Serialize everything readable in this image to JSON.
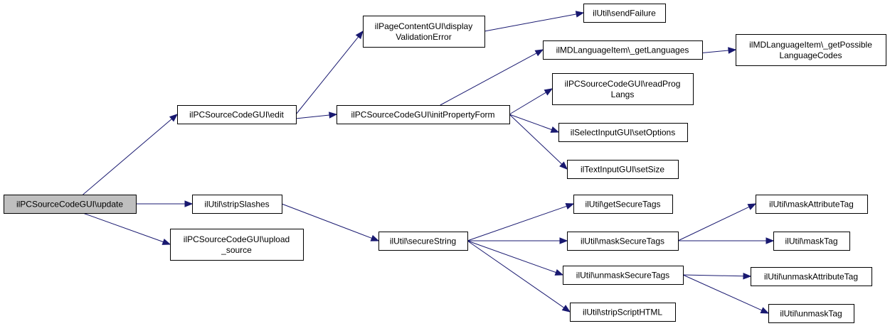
{
  "colors": {
    "edge": "#191970",
    "root_fill": "#bfbfbf",
    "node_fill": "#ffffff",
    "border": "#000000"
  },
  "nodes": [
    {
      "id": "update",
      "lines": [
        "ilPCSourceCodeGUI\\update"
      ],
      "root": true
    },
    {
      "id": "edit",
      "lines": [
        "ilPCSourceCodeGUI\\edit"
      ]
    },
    {
      "id": "strip",
      "lines": [
        "ilUtil\\stripSlashes"
      ]
    },
    {
      "id": "upload",
      "lines": [
        "ilPCSourceCodeGUI\\upload",
        "_source"
      ]
    },
    {
      "id": "display",
      "lines": [
        "ilPageContentGUI\\display",
        "ValidationError"
      ]
    },
    {
      "id": "initprop",
      "lines": [
        "ilPCSourceCodeGUI\\initPropertyForm"
      ]
    },
    {
      "id": "secure",
      "lines": [
        "ilUtil\\secureString"
      ]
    },
    {
      "id": "sendfail",
      "lines": [
        "ilUtil\\sendFailure"
      ]
    },
    {
      "id": "getlang",
      "lines": [
        "ilMDLanguageItem\\_getLanguages"
      ]
    },
    {
      "id": "readprog",
      "lines": [
        "ilPCSourceCodeGUI\\readProg",
        "Langs"
      ]
    },
    {
      "id": "setopt",
      "lines": [
        "ilSelectInputGUI\\setOptions"
      ]
    },
    {
      "id": "setsize",
      "lines": [
        "ilTextInputGUI\\setSize"
      ]
    },
    {
      "id": "gettags",
      "lines": [
        "ilUtil\\getSecureTags"
      ]
    },
    {
      "id": "masksec",
      "lines": [
        "ilUtil\\maskSecureTags"
      ]
    },
    {
      "id": "unmasksec",
      "lines": [
        "ilUtil\\unmaskSecureTags"
      ]
    },
    {
      "id": "stripscript",
      "lines": [
        "ilUtil\\stripScriptHTML"
      ]
    },
    {
      "id": "possible",
      "lines": [
        "ilMDLanguageItem\\_getPossible",
        "LanguageCodes"
      ]
    },
    {
      "id": "maskattr",
      "lines": [
        "ilUtil\\maskAttributeTag"
      ]
    },
    {
      "id": "masktag",
      "lines": [
        "ilUtil\\maskTag"
      ]
    },
    {
      "id": "unmaskattr",
      "lines": [
        "ilUtil\\unmaskAttributeTag"
      ]
    },
    {
      "id": "unmasktag",
      "lines": [
        "ilUtil\\unmaskTag"
      ]
    }
  ],
  "edges": [
    {
      "from": "update",
      "to": "edit"
    },
    {
      "from": "update",
      "to": "strip"
    },
    {
      "from": "update",
      "to": "upload"
    },
    {
      "from": "edit",
      "to": "display"
    },
    {
      "from": "edit",
      "to": "initprop"
    },
    {
      "from": "display",
      "to": "sendfail"
    },
    {
      "from": "initprop",
      "to": "getlang"
    },
    {
      "from": "initprop",
      "to": "readprog"
    },
    {
      "from": "initprop",
      "to": "setopt"
    },
    {
      "from": "initprop",
      "to": "setsize"
    },
    {
      "from": "getlang",
      "to": "possible"
    },
    {
      "from": "strip",
      "to": "secure"
    },
    {
      "from": "secure",
      "to": "gettags"
    },
    {
      "from": "secure",
      "to": "masksec"
    },
    {
      "from": "secure",
      "to": "unmasksec"
    },
    {
      "from": "secure",
      "to": "stripscript"
    },
    {
      "from": "masksec",
      "to": "maskattr"
    },
    {
      "from": "masksec",
      "to": "masktag"
    },
    {
      "from": "unmasksec",
      "to": "unmaskattr"
    },
    {
      "from": "unmasksec",
      "to": "unmasktag"
    }
  ]
}
